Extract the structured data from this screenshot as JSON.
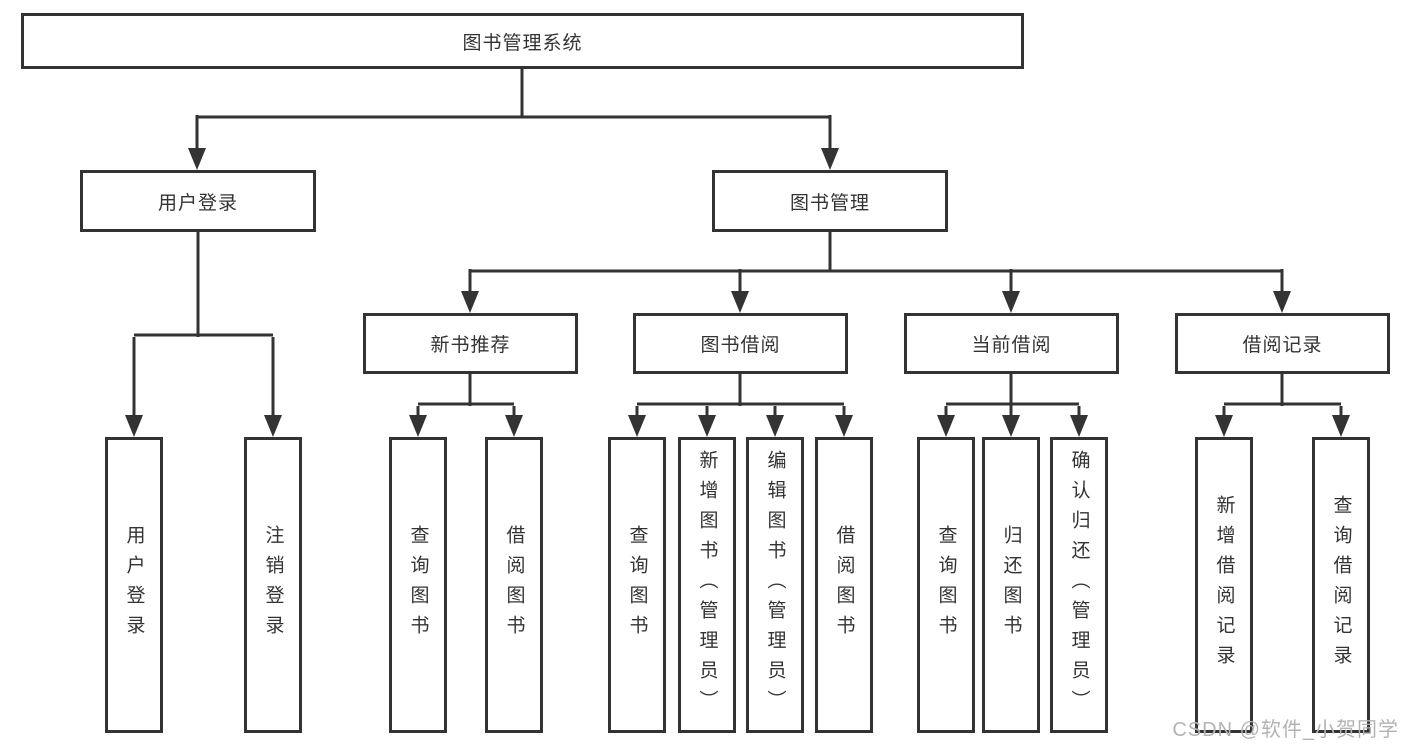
{
  "colors": {
    "line": "#333333",
    "text": "#333333",
    "box_background": "#ffffff",
    "watermark": "#b3b3b3",
    "page_background": "#ffffff"
  },
  "nodes": [
    {
      "label": "图书管理系统"
    },
    {
      "label": "用户登录"
    },
    {
      "label": "图书管理"
    },
    {
      "label": "新书推荐"
    },
    {
      "label": "图书借阅"
    },
    {
      "label": "当前借阅"
    },
    {
      "label": "借阅记录"
    },
    {
      "label": "用户登录"
    },
    {
      "label": "注销登录"
    },
    {
      "label": "查询图书"
    },
    {
      "label": "借阅图书"
    },
    {
      "label": "查询图书"
    },
    {
      "label": "新增图书（管理员）"
    },
    {
      "label": "编辑图书（管理员）"
    },
    {
      "label": "借阅图书"
    },
    {
      "label": "查询图书"
    },
    {
      "label": "归还图书"
    },
    {
      "label": "确认归还（管理员）"
    },
    {
      "label": "新增借阅记录"
    },
    {
      "label": "查询借阅记录"
    }
  ],
  "watermark": {
    "text": "CSDN @软件_小贺同学"
  }
}
